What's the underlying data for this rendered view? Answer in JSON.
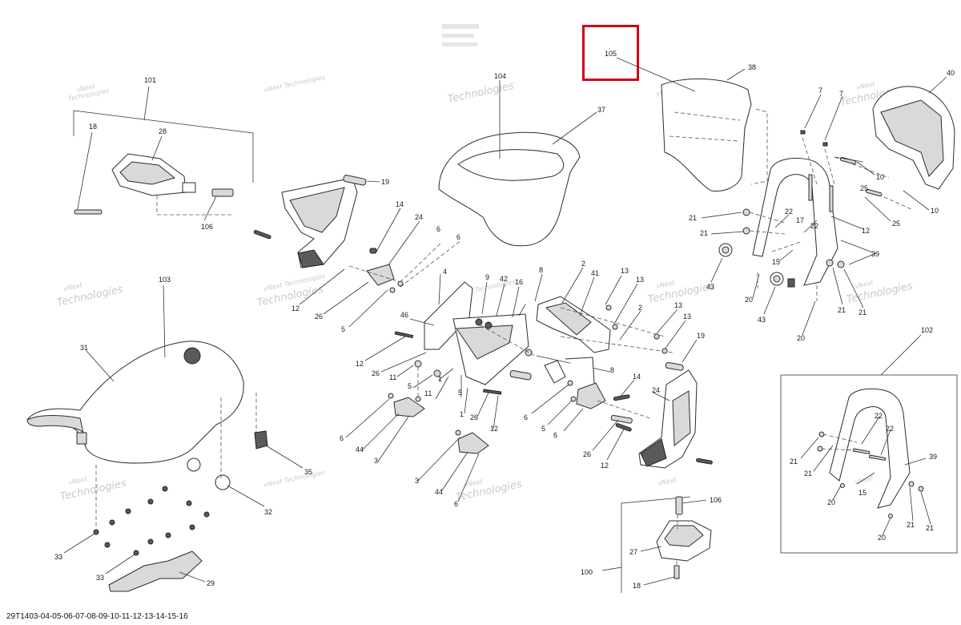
{
  "highlight": {
    "color": "#d0021b",
    "label": "105"
  },
  "reference_code": "29T1403-04-05-06-07-08-09-10-11-12-13-14-15-16",
  "watermark": {
    "line1": "vNext",
    "line2": "Technologies",
    "full": "vNext Technologies"
  },
  "callouts": [
    "101",
    "18",
    "28",
    "106",
    "19",
    "104",
    "37",
    "38",
    "40",
    "105",
    "7",
    "7",
    "10",
    "10",
    "25",
    "25",
    "12",
    "39",
    "22",
    "22",
    "17",
    "21",
    "21",
    "15",
    "43",
    "43",
    "20",
    "20",
    "21",
    "21",
    "14",
    "24",
    "6",
    "6",
    "12",
    "26",
    "5",
    "4",
    "9",
    "42",
    "16",
    "8",
    "2",
    "41",
    "13",
    "13",
    "2",
    "13",
    "13",
    "8",
    "19",
    "46",
    "12",
    "11",
    "26",
    "5",
    "11",
    "1",
    "5",
    "1",
    "26",
    "12",
    "6",
    "44",
    "3",
    "6",
    "5",
    "6",
    "14",
    "26",
    "12",
    "24",
    "3",
    "44",
    "6",
    "103",
    "31",
    "35",
    "32",
    "33",
    "33",
    "29",
    "106",
    "27",
    "100",
    "18",
    "102",
    "22",
    "22",
    "21",
    "21",
    "39",
    "15",
    "20",
    "20",
    "21",
    "21"
  ]
}
